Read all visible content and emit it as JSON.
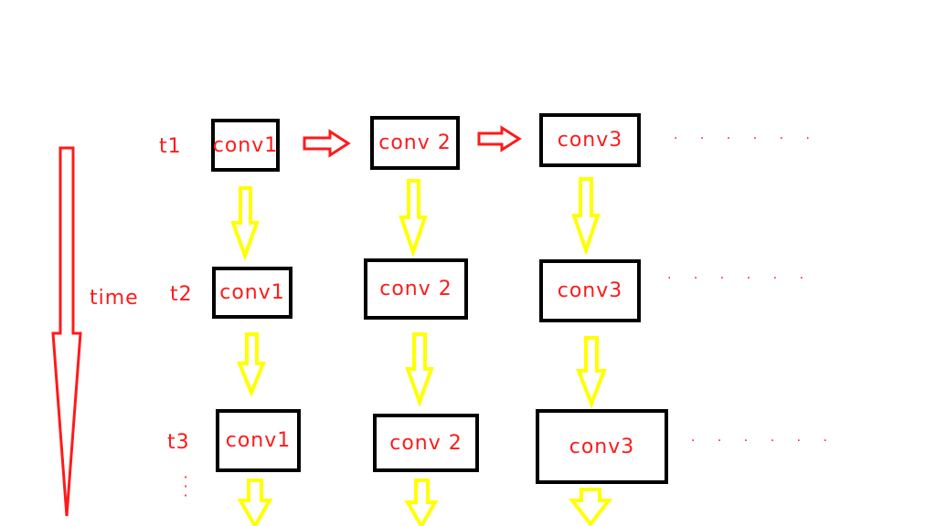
{
  "diagram": {
    "time_axis_label": "time",
    "row_labels": [
      "t1",
      "t2",
      "t3"
    ],
    "boxes": [
      [
        "conv1",
        "conv 2",
        "conv3"
      ],
      [
        "conv1",
        "conv 2",
        "conv3"
      ],
      [
        "conv1",
        "conv 2",
        "conv3"
      ]
    ],
    "continuation_marks": [
      "· · · · · ·",
      "· · · · · ·",
      "· · · · · ·"
    ],
    "colors": {
      "text": "#ff1a1a",
      "time_arrow": "#ff1a1a",
      "horizontal_arrows": "#ff1a1a",
      "vertical_arrows": "#ffff00",
      "box_border": "#000000"
    }
  }
}
